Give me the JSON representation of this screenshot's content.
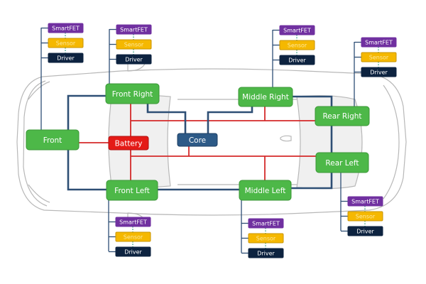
{
  "colors": {
    "zone": "#4db848",
    "battery": "#e41b17",
    "core": "#2d5a87",
    "smartfet": "#7030a0",
    "sensor": "#f5b800",
    "driver": "#0d2340",
    "data_line": "#2e4f75",
    "power_line": "#d42a2a",
    "car_outline": "#b8b8b8"
  },
  "zones": {
    "front": "Front",
    "front_right": "Front Right",
    "front_left": "Front Left",
    "middle_right": "Middle Right",
    "middle_left": "Middle Left",
    "rear_right": "Rear Right",
    "rear_left": "Rear Left",
    "battery": "Battery",
    "core": "Core"
  },
  "components": {
    "smartfet": "SmartFET",
    "sensor": "Sensor",
    "driver": "Driver"
  }
}
